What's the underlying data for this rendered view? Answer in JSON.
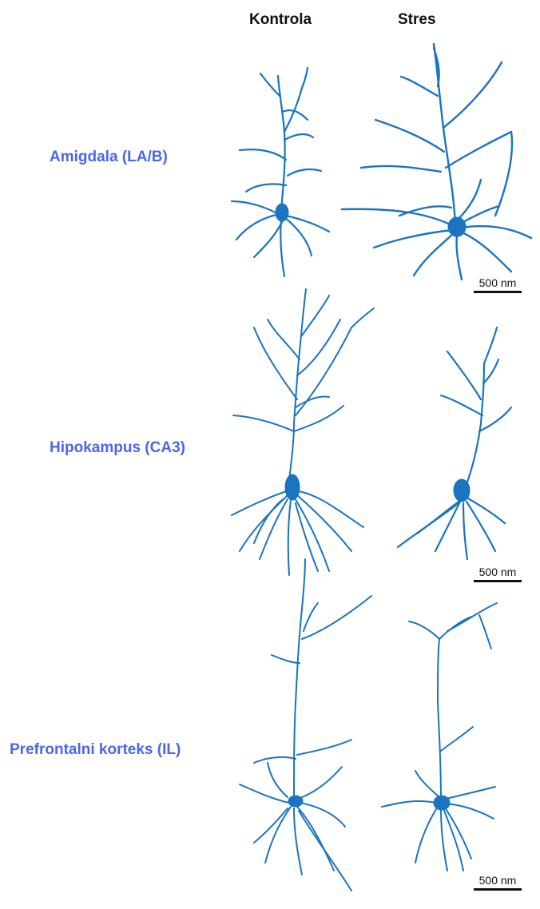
{
  "columns": {
    "control": "Kontrola",
    "stress": "Stres"
  },
  "rows": [
    {
      "label": "Amigdala (LA/B)"
    },
    {
      "label": "Hipokampus (CA3)"
    },
    {
      "label": "Prefrontalni korteks (IL)"
    }
  ],
  "scale_bar": {
    "label": "500 nm"
  },
  "colors": {
    "label_blue": "#4a66ee",
    "neuron_blue": "#1a74c1",
    "text_black": "#111111"
  }
}
